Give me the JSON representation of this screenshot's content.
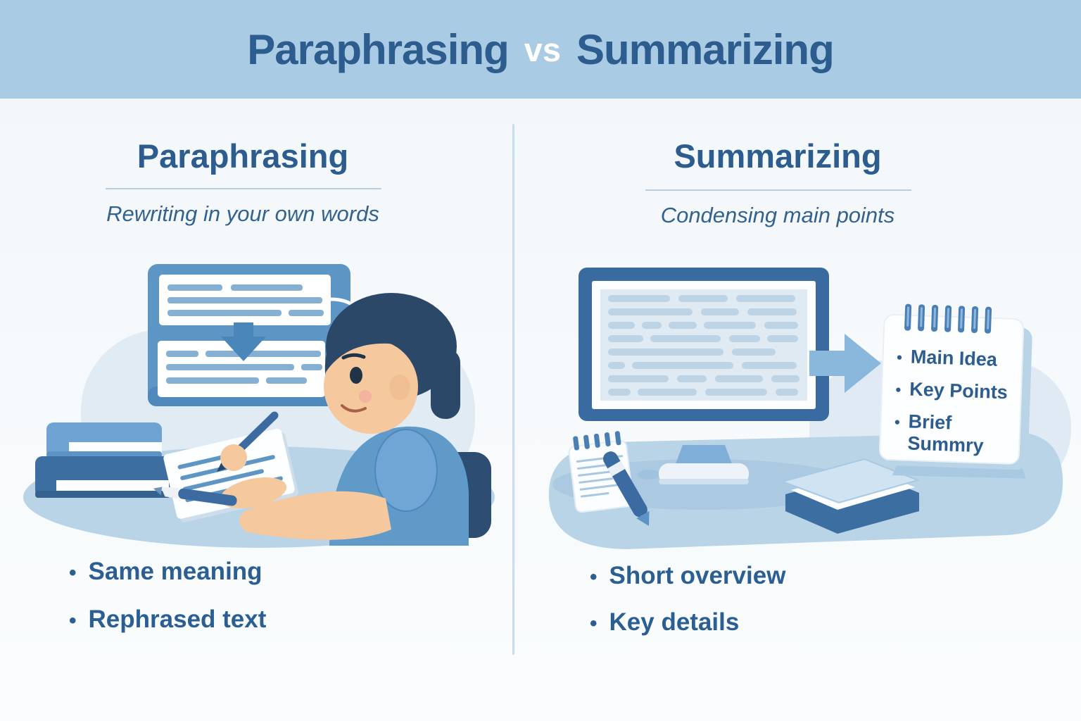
{
  "banner": {
    "title_left": "Paraphrasing",
    "title_vs": "vs",
    "title_right": "Summarizing"
  },
  "bullet_char": "•",
  "left_panel": {
    "heading": "Paraphrasing",
    "subtitle": "Rewriting in your own words",
    "bullets": [
      "Same meaning",
      "Rephrased text"
    ]
  },
  "right_panel": {
    "heading": "Summarizing",
    "subtitle": "Condensing main points",
    "bullets": [
      "Short overview",
      "Key details"
    ],
    "notepad_items": [
      "Main Idea",
      "Key Points",
      "Brief Summry"
    ]
  },
  "icons": {
    "left_flow": "arrow-down-icon",
    "right_flow": "arrow-right-icon",
    "left_objects": [
      "books-stack",
      "writing-paper",
      "pencil-icon"
    ],
    "right_objects": [
      "small-notepad",
      "pen-icon",
      "book",
      "summary-notepad"
    ]
  },
  "colors": {
    "banner_bg": "#a9cbe3",
    "title_blue": "#2d5c8f",
    "vs_white": "#ffffff",
    "background": "#f6f9fc",
    "divider": "#c7dcec",
    "monitor_blue": "#5d96c5",
    "monitor_frame_dark": "#3a6ba0",
    "arrow_accent": "#4a86ba",
    "desk_blue": "#b9d3e7",
    "text_bar_blue": "#86afd4"
  }
}
